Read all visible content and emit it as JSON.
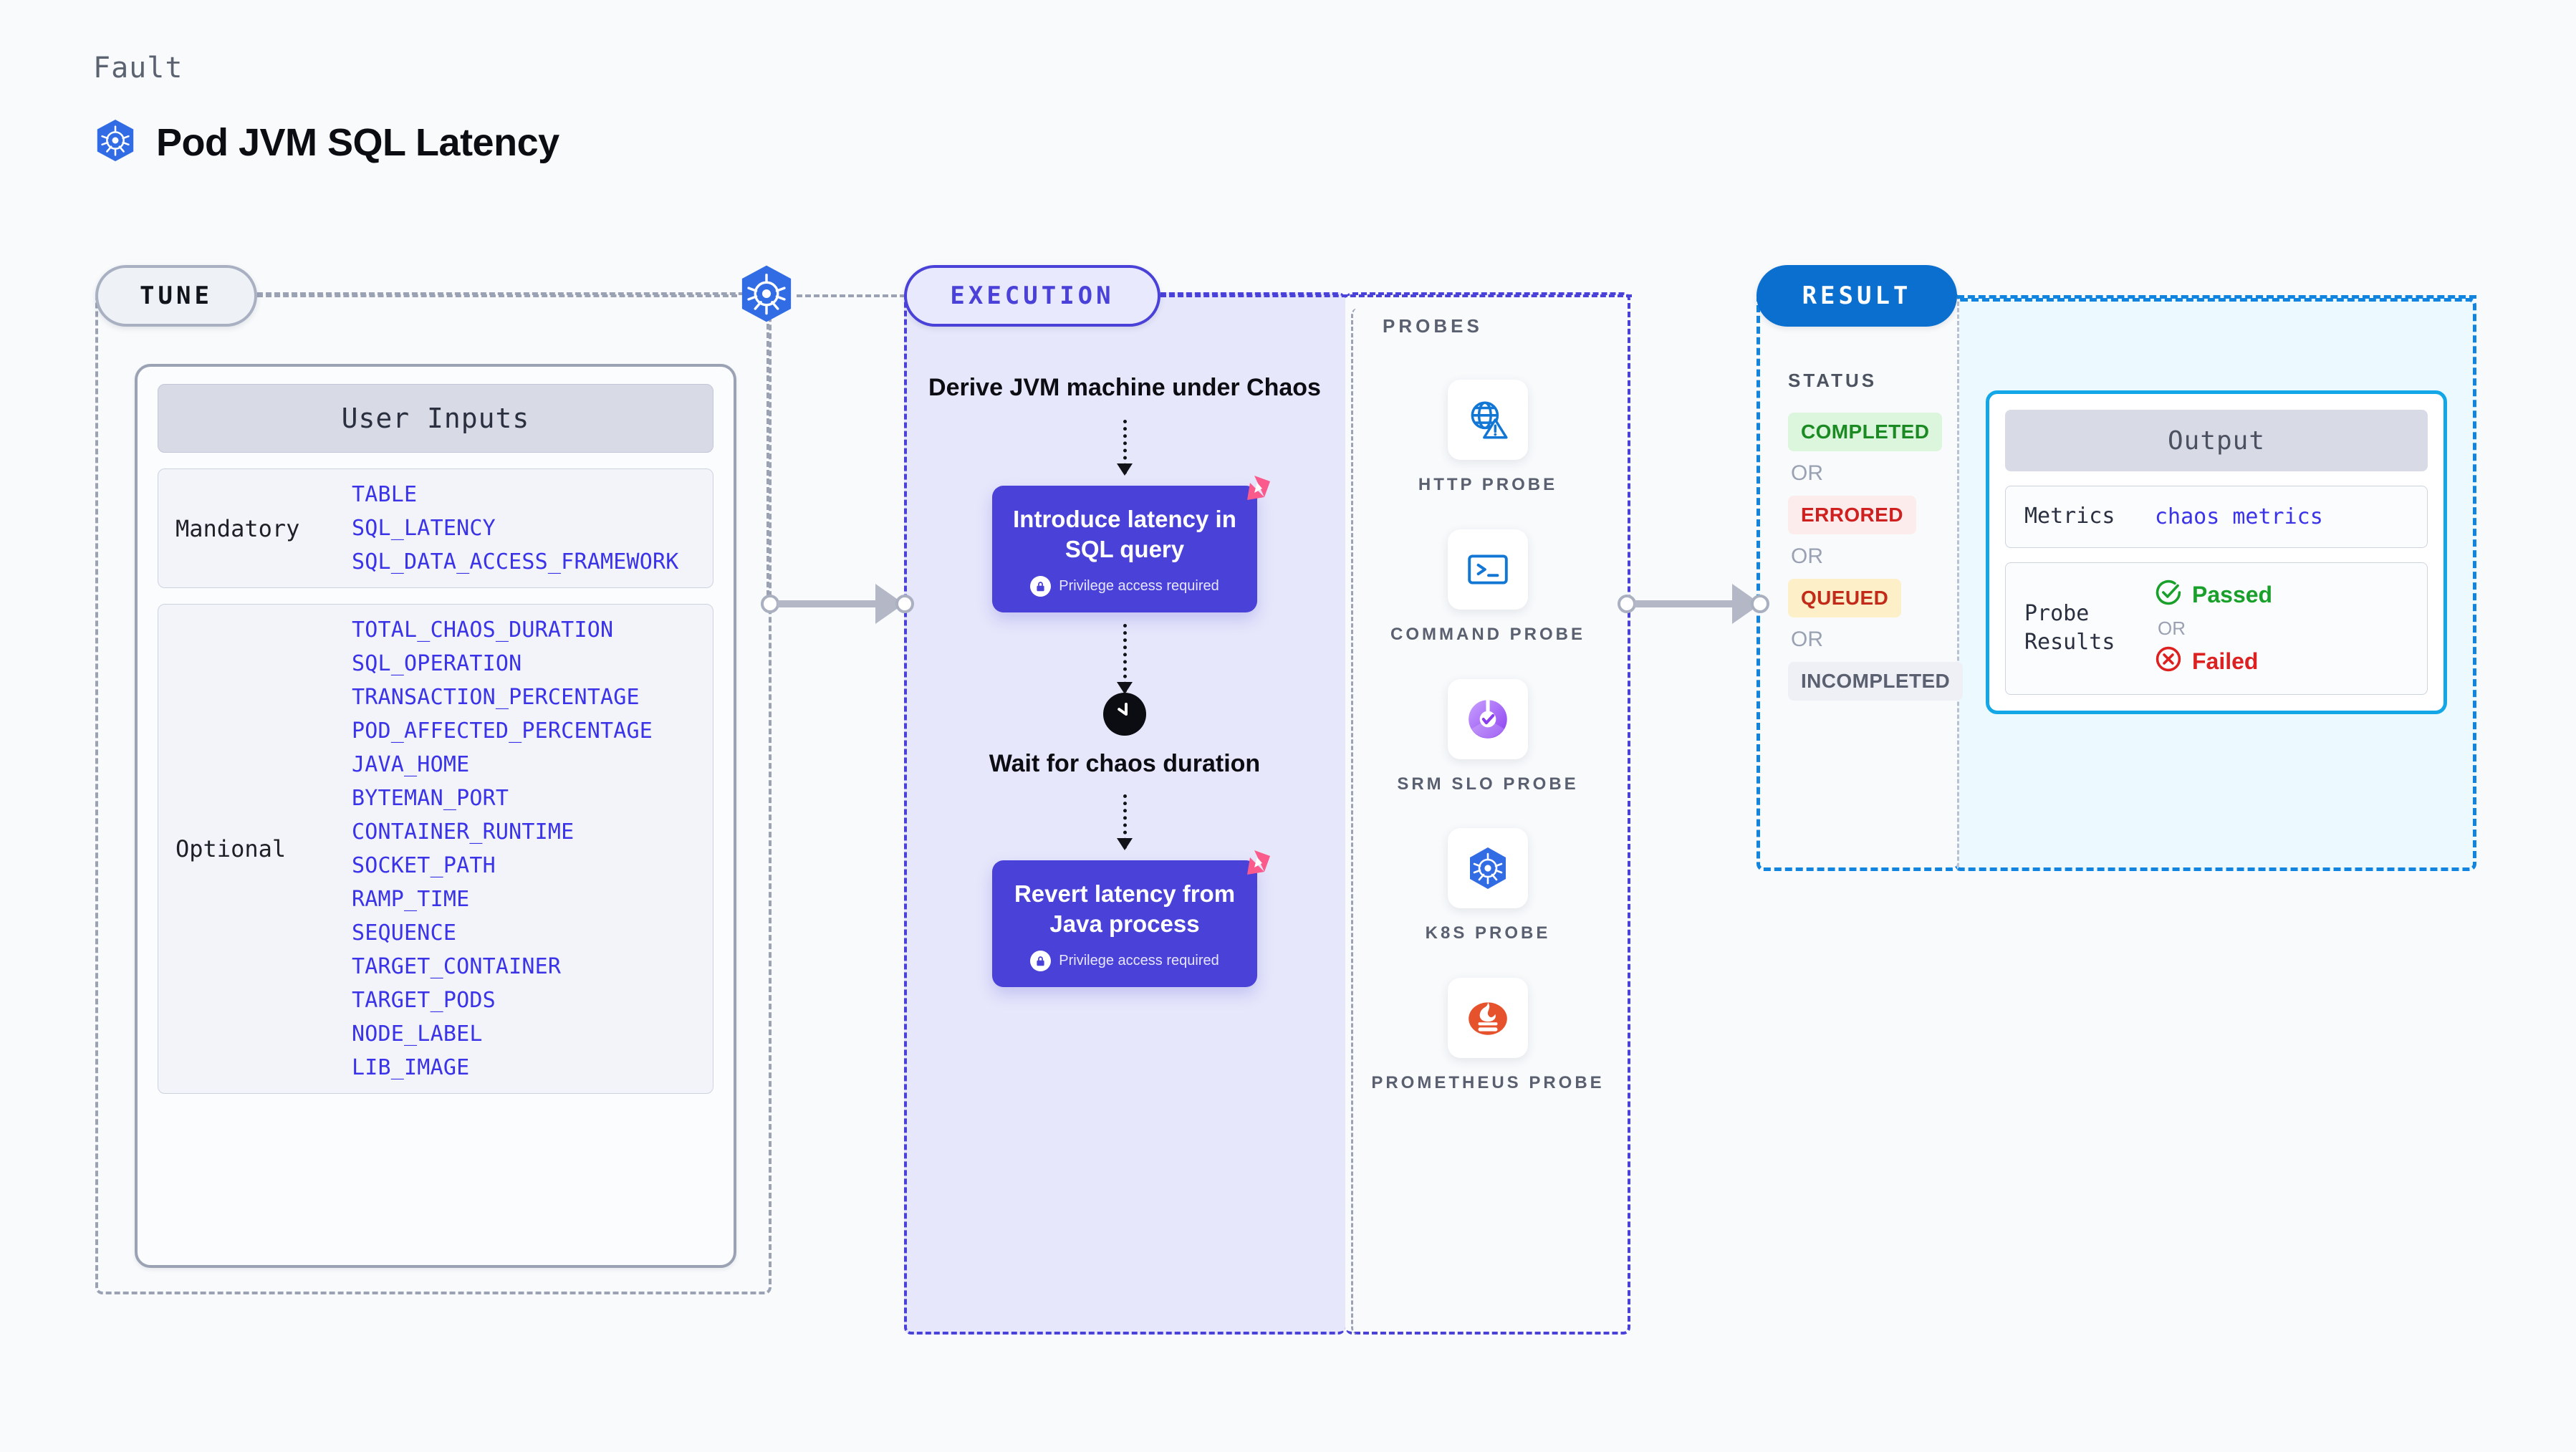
{
  "header": {
    "kicker": "Fault",
    "title": "Pod JVM SQL Latency",
    "icon": "kubernetes-icon"
  },
  "tune": {
    "tag": "TUNE",
    "card_title": "User Inputs",
    "groups": [
      {
        "kind": "Mandatory",
        "params": [
          "TABLE",
          "SQL_LATENCY",
          "SQL_DATA_ACCESS_FRAMEWORK"
        ]
      },
      {
        "kind": "Optional",
        "params": [
          "TOTAL_CHAOS_DURATION",
          "SQL_OPERATION",
          "TRANSACTION_PERCENTAGE",
          "POD_AFFECTED_PERCENTAGE",
          "JAVA_HOME",
          "BYTEMAN_PORT",
          "CONTAINER_RUNTIME",
          "SOCKET_PATH",
          "RAMP_TIME",
          "SEQUENCE",
          "TARGET_CONTAINER",
          "TARGET_PODS",
          "NODE_LABEL",
          "LIB_IMAGE"
        ]
      }
    ]
  },
  "execution": {
    "tag": "EXECUTION",
    "step1": "Derive JVM machine under Chaos",
    "action1": {
      "title": "Introduce latency in SQL query",
      "note": "Privilege access required"
    },
    "step2": "Wait for chaos duration",
    "action2": {
      "title": "Revert latency from Java process",
      "note": "Privilege access required"
    }
  },
  "probes": {
    "label": "PROBES",
    "items": [
      {
        "name": "HTTP PROBE",
        "icon": "globe-warning-icon"
      },
      {
        "name": "COMMAND PROBE",
        "icon": "terminal-icon"
      },
      {
        "name": "SRM SLO PROBE",
        "icon": "slo-check-icon"
      },
      {
        "name": "K8S PROBE",
        "icon": "kubernetes-icon"
      },
      {
        "name": "PROMETHEUS PROBE",
        "icon": "prometheus-icon"
      }
    ]
  },
  "result": {
    "tag": "RESULT",
    "status_label": "STATUS",
    "or_text": "OR",
    "statuses": [
      {
        "label": "COMPLETED",
        "variant": "completed"
      },
      {
        "label": "ERRORED",
        "variant": "errored"
      },
      {
        "label": "QUEUED",
        "variant": "queued"
      },
      {
        "label": "INCOMPLETED",
        "variant": "incompleted"
      }
    ],
    "output": {
      "title": "Output",
      "metrics_key": "Metrics",
      "metrics_value": "chaos metrics",
      "probe_key": "Probe Results",
      "passed": "Passed",
      "failed": "Failed",
      "or_text": "OR"
    }
  },
  "colors": {
    "accent_purple": "#4a41d8",
    "accent_blue": "#0a6fce",
    "accent_cyan": "#14a7e8",
    "k8s_blue": "#326ce5",
    "litmus_pink": "#fa5a8c",
    "pass_green": "#19a02a",
    "fail_red": "#dd2020",
    "queued_amber": "#c22b1a",
    "param_link": "#3a33e8"
  }
}
